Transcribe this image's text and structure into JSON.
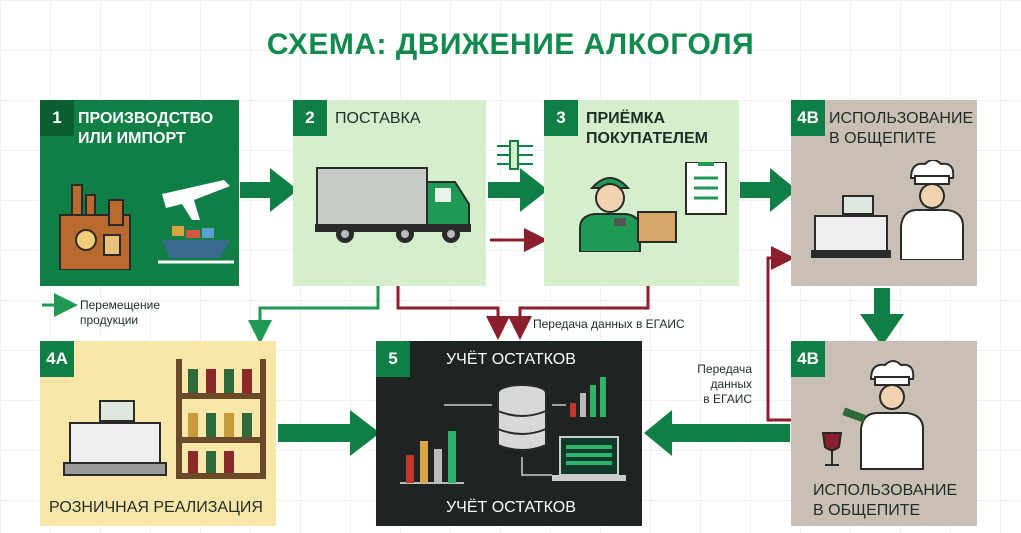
{
  "title": "СХЕМА: ДВИЖЕНИЕ АЛКОГОЛЯ",
  "boxes": {
    "b1": {
      "num": "1",
      "line1": "ПРОИЗВОДСТВО",
      "line2": "ИЛИ ИМПОРТ"
    },
    "b2": {
      "num": "2",
      "line1": "ПОСТАВКА"
    },
    "b3": {
      "num": "3",
      "line1": "ПРИЁМКА",
      "line2": "ПОКУПАТЕЛЕМ"
    },
    "b4b_top": {
      "num": "4В",
      "line1": "ИСПОЛЬЗОВАНИЕ",
      "line2": "В ОБЩЕПИТЕ"
    },
    "b4a": {
      "num": "4А",
      "line1": "РОЗНИЧНАЯ РЕАЛИЗАЦИЯ"
    },
    "b5": {
      "num": "5",
      "top": "УЧЁТ ОСТАТКОВ",
      "bottom": "УЧЁТ ОСТАТКОВ"
    },
    "b4b_bottom": {
      "num": "4В",
      "line1": "ИСПОЛЬЗОВАНИЕ",
      "line2": "В ОБЩЕПИТЕ"
    }
  },
  "legend": {
    "line1": "Перемещение",
    "line2": "продукции"
  },
  "notes": {
    "data_transfer": "Передача данных в ЕГАИС",
    "data_transfer_side": {
      "line1": "Передача",
      "line2": "данных",
      "line3": "в ЕГАИС"
    }
  },
  "colors": {
    "green_dark": "#0f7f45",
    "green_light": "#d5efcd",
    "beige": "#c9bfb4",
    "yellow": "#f8e7a8",
    "dark": "#1d2421",
    "red_flow": "#8c1f2e",
    "title": "#118a4e"
  },
  "icons": [
    "factory-icon",
    "airplane-icon",
    "ship-icon",
    "truck-icon",
    "worker-scanner-icon",
    "clipboard-icon",
    "cash-register-icon",
    "chef-icon",
    "bottle-shelf-icon",
    "database-icon",
    "chart-icon",
    "laptop-icon",
    "wine-glass-icon"
  ]
}
